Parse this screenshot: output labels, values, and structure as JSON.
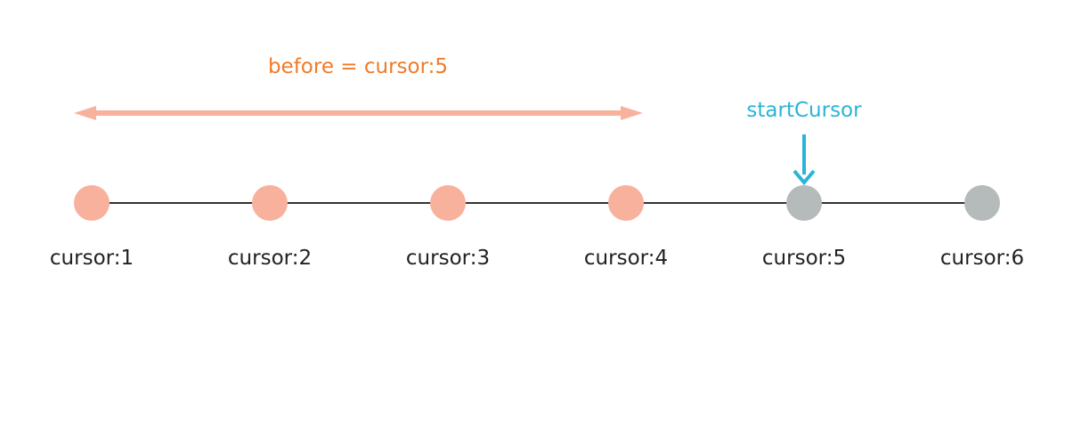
{
  "range_label": "before = cursor:5",
  "pointer_label": "startCursor",
  "colors": {
    "included": "#f8b19c",
    "excluded": "#b5babb",
    "range_label": "#f07a28",
    "range_arrow": "#f8b19c",
    "pointer": "#2ab4d6",
    "line": "#333333",
    "text": "#222222"
  },
  "cursors": [
    {
      "label": "cursor:1",
      "state": "included"
    },
    {
      "label": "cursor:2",
      "state": "included"
    },
    {
      "label": "cursor:3",
      "state": "included"
    },
    {
      "label": "cursor:4",
      "state": "included"
    },
    {
      "label": "cursor:5",
      "state": "excluded"
    },
    {
      "label": "cursor:6",
      "state": "excluded"
    }
  ]
}
